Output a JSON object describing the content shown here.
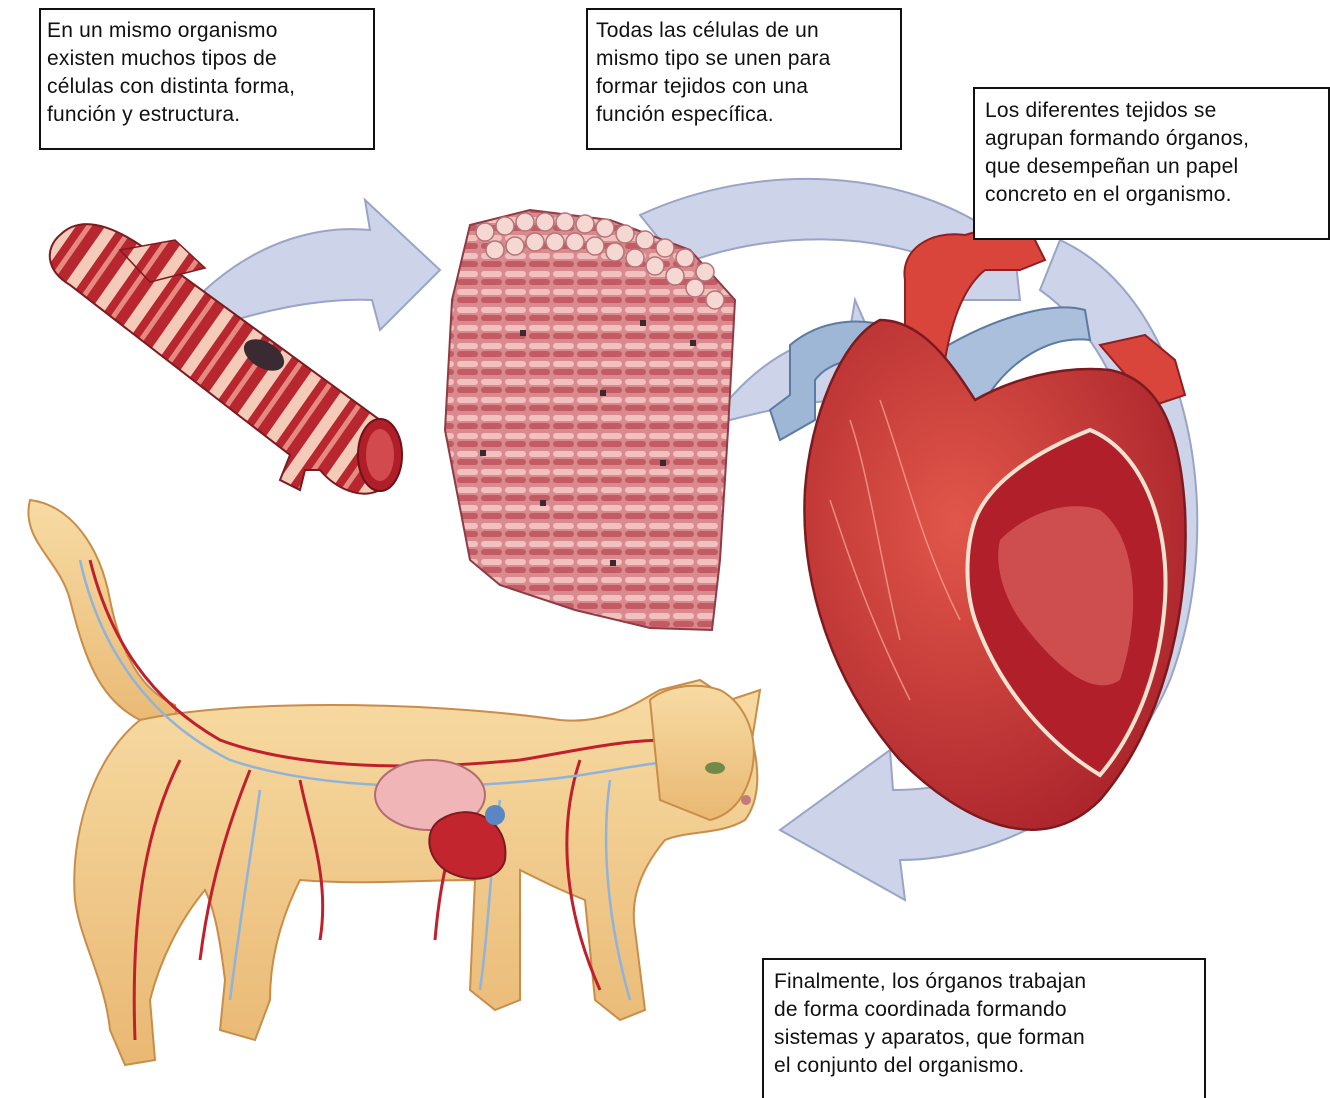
{
  "captions": {
    "cells": [
      "En un mismo organismo",
      "existen muchos tipos de",
      "células con distinta forma,",
      "función y estructura."
    ],
    "tissue": [
      "Todas las células de un",
      "mismo tipo se unen para",
      "formar tejidos con una",
      "función específica."
    ],
    "organ": [
      "Los diferentes tejidos se",
      "agrupan formando órganos,",
      "que desempeñan un papel",
      "concreto en el organismo."
    ],
    "system": [
      "Finalmente, los órganos trabajan",
      "de forma coordinada formando",
      "sistemas y aparatos, que forman",
      "el conjunto del organismo."
    ]
  },
  "colors": {
    "arrow": "#c8cfe6",
    "arrow_edge": "#8f9bc0",
    "muscle_red": "#b3262e",
    "muscle_light": "#f1c9b8",
    "heart_red": "#c8342c",
    "vein_blue": "#9fb7d6",
    "cat_fur": "#f3cf8c"
  }
}
